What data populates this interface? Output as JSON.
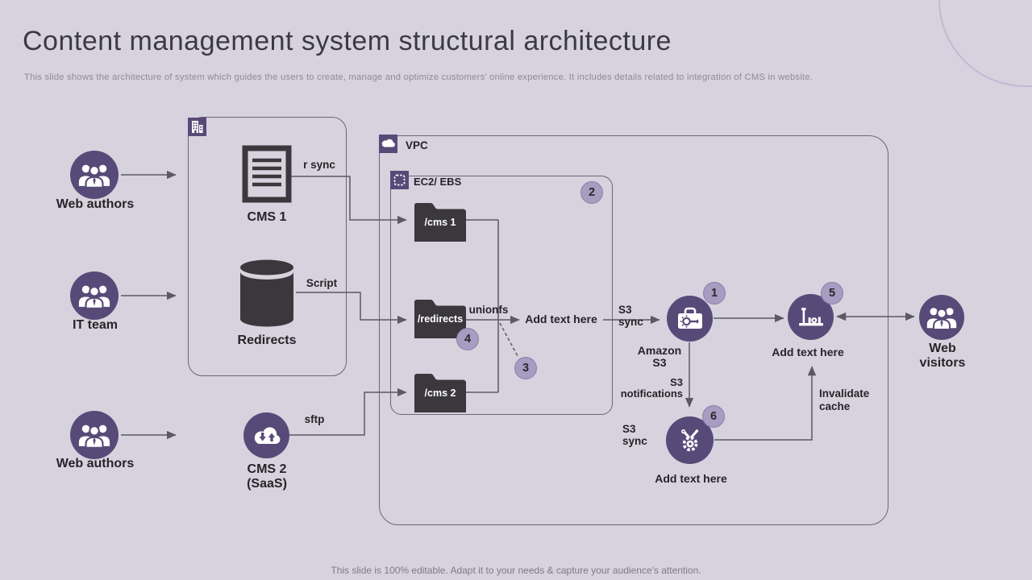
{
  "slide": {
    "title": "Content management system structural architecture",
    "subtitle": "This slide shows the architecture of system which guides the users to create, manage and optimize customers' online experience. It includes details related to integration of CMS in website.",
    "footer": "This slide is 100% editable. Adapt it to your needs & capture your audience's attention."
  },
  "actors": [
    {
      "label": "Web authors"
    },
    {
      "label": "IT team"
    },
    {
      "label": "Web authors"
    }
  ],
  "on_premise": {
    "cms1": {
      "label": "CMS 1",
      "connection": "r sync"
    },
    "redirects": {
      "label": "Redirects",
      "connection": "Script"
    }
  },
  "cms2": {
    "label": "CMS 2\n(SaaS)",
    "connection": "sftp"
  },
  "vpc": {
    "label": "VPC",
    "ec2": {
      "label": "EC2/ EBS",
      "folders": [
        "/cms 1",
        "/redirects",
        "/cms 2"
      ]
    },
    "unionfs": "unionfs",
    "add_text_mid": "Add text here",
    "s3_sync_in": "S3\nsync",
    "amazon_s3": "Amazon\nS3",
    "s3_notifications": "S3\nnotifications",
    "s3_sync_down": "S3\nsync",
    "node5_label": "Add text here",
    "node6_label": "Add text here",
    "invalidate_cache": "Invalidate\ncache"
  },
  "web_visitors": {
    "label": "Web\nvisitors"
  },
  "markers": {
    "m1": "1",
    "m2": "2",
    "m3": "3",
    "m4": "4",
    "m5": "5",
    "m6": "6"
  },
  "colors": {
    "background": "#d7d3de",
    "primary_purple": "#584a78",
    "marker_purple": "#a89cc2",
    "dark_icon": "#3a373d",
    "line": "#5d5964",
    "text": "#262329"
  }
}
